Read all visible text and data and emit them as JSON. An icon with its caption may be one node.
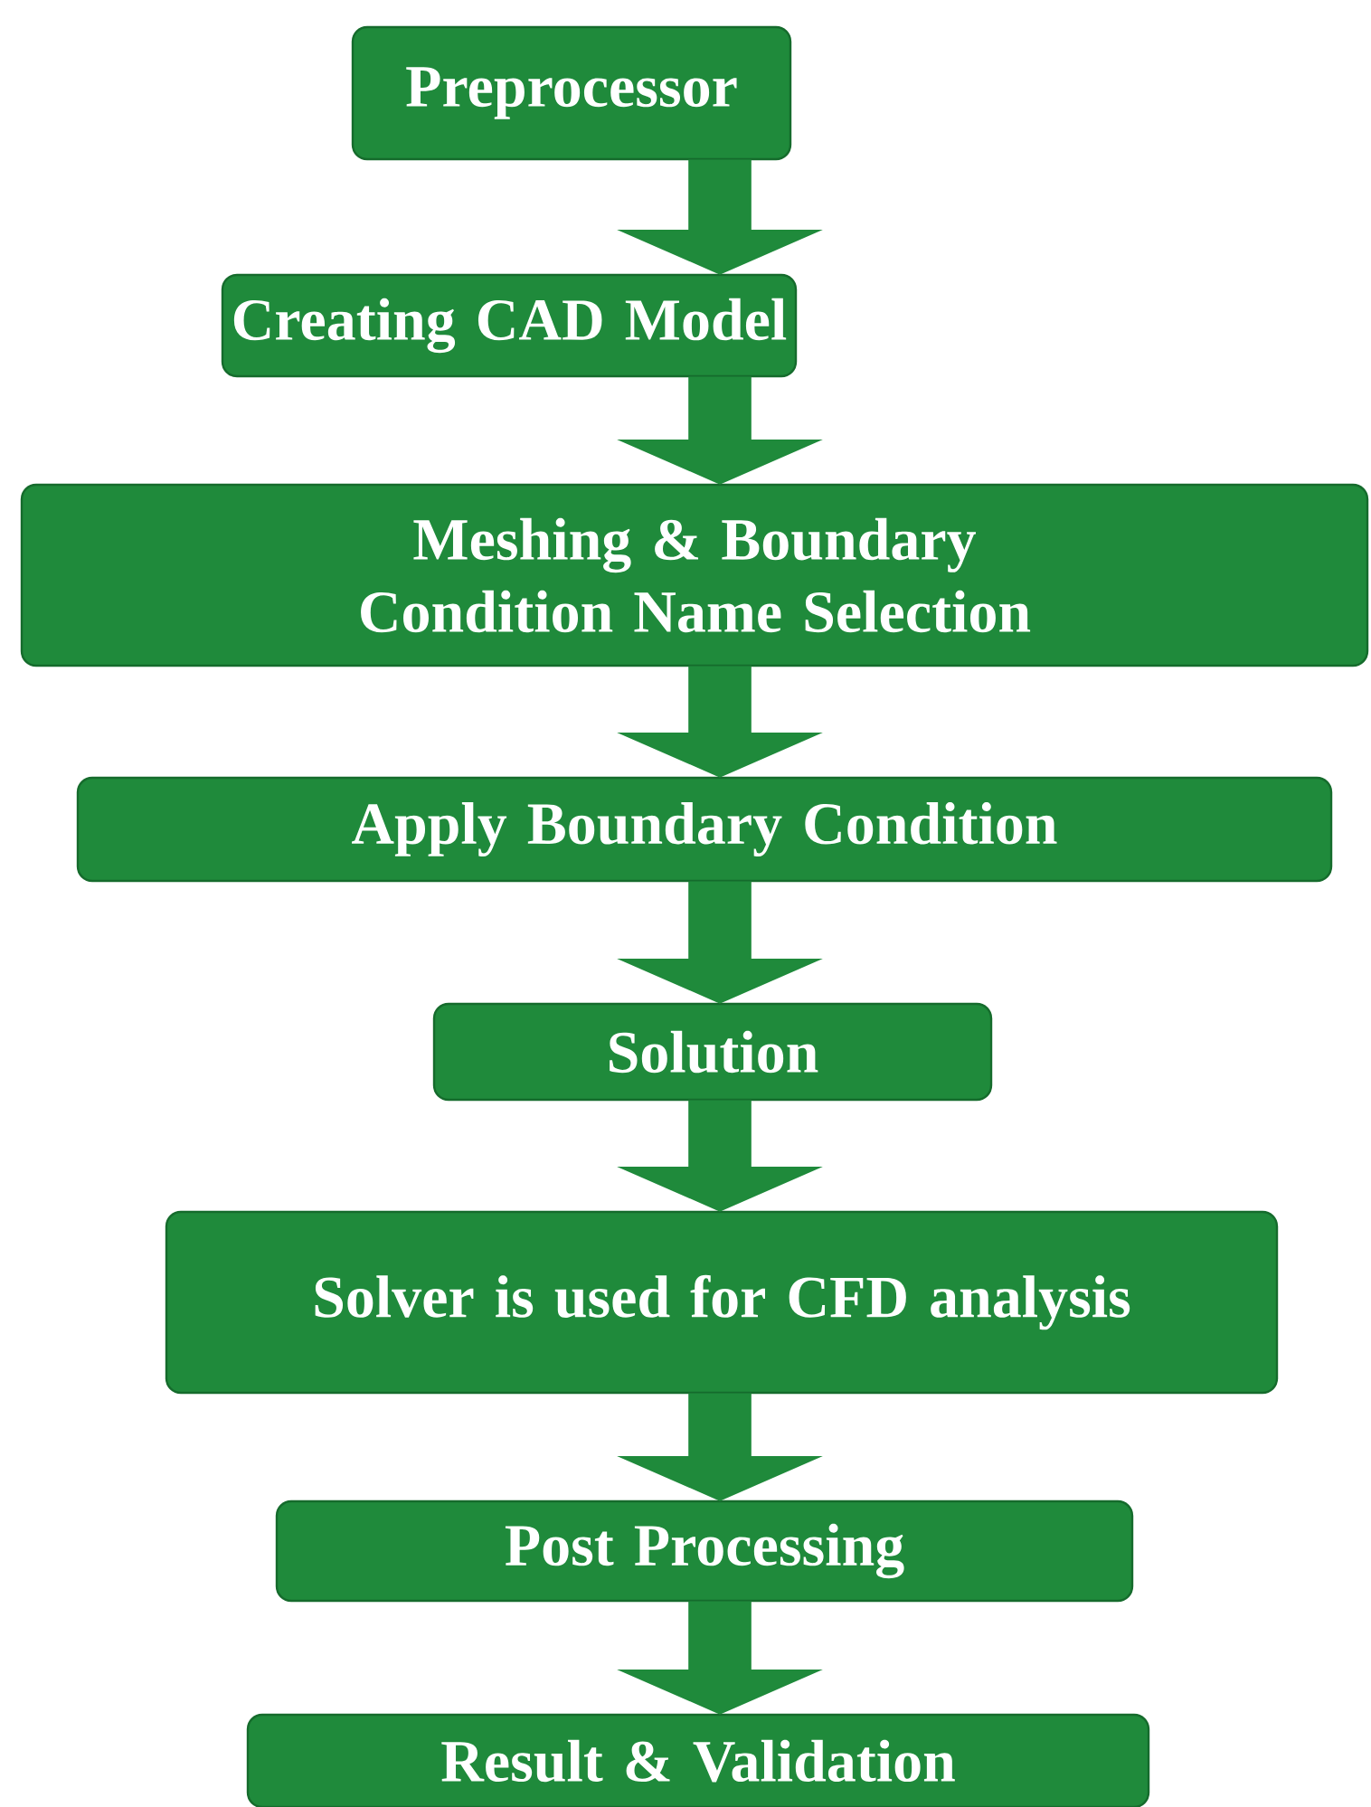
{
  "diagram": {
    "nodes": [
      {
        "text": [
          "Preprocessor"
        ]
      },
      {
        "text": [
          "Creating CAD Model"
        ]
      },
      {
        "text": [
          "Meshing & Boundary Condition Name Selection"
        ]
      },
      {
        "text": [
          "Apply Boundary Condition"
        ]
      },
      {
        "text": [
          "Solution"
        ]
      },
      {
        "text": [
          "Solver is used for CFD analysis"
        ]
      },
      {
        "text": [
          "Post Processing"
        ]
      },
      {
        "text": [
          "Result & Validation"
        ]
      }
    ],
    "edges": [
      {
        "from": 0,
        "to": 1,
        "arrow": "to"
      },
      {
        "from": 1,
        "to": 2,
        "arrow": "to"
      },
      {
        "from": 2,
        "to": 3,
        "arrow": "to"
      },
      {
        "from": 3,
        "to": 4,
        "arrow": "to"
      },
      {
        "from": 4,
        "to": 5,
        "arrow": "to"
      },
      {
        "from": 5,
        "to": 6,
        "arrow": "to"
      },
      {
        "from": 6,
        "to": 7,
        "arrow": "to"
      }
    ]
  }
}
